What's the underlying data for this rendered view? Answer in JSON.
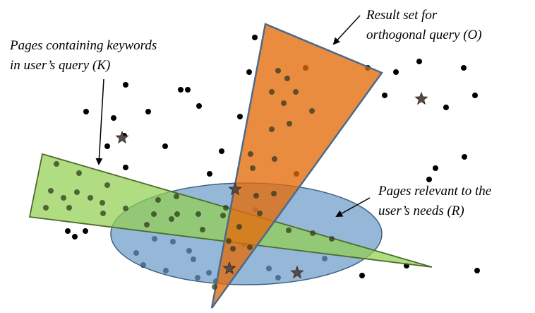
{
  "colors": {
    "orange_fill": "#E46C0A",
    "orange_stroke": "#4A6A8A",
    "green_fill": "#92D050",
    "green_stroke": "#4E6B2A",
    "blue_fill": "#6E9CC9",
    "blue_stroke": "#3F5F80",
    "dot": "#000000",
    "star": "#5A4A46"
  },
  "labels": {
    "orthogonal_line1": "Result set for",
    "orthogonal_line2": "orthogonal query (O)",
    "keywords_line1": "Pages containing keywords",
    "keywords_line2": "in user’s query (K)",
    "relevant_line1": "Pages relevant to the",
    "relevant_line2": "user’s needs (R)"
  },
  "regions": [
    {
      "id": "R",
      "name": "relevant-pages-ellipse"
    },
    {
      "id": "K",
      "name": "keyword-pages-wedge"
    },
    {
      "id": "O",
      "name": "orthogonal-query-wedge"
    }
  ]
}
